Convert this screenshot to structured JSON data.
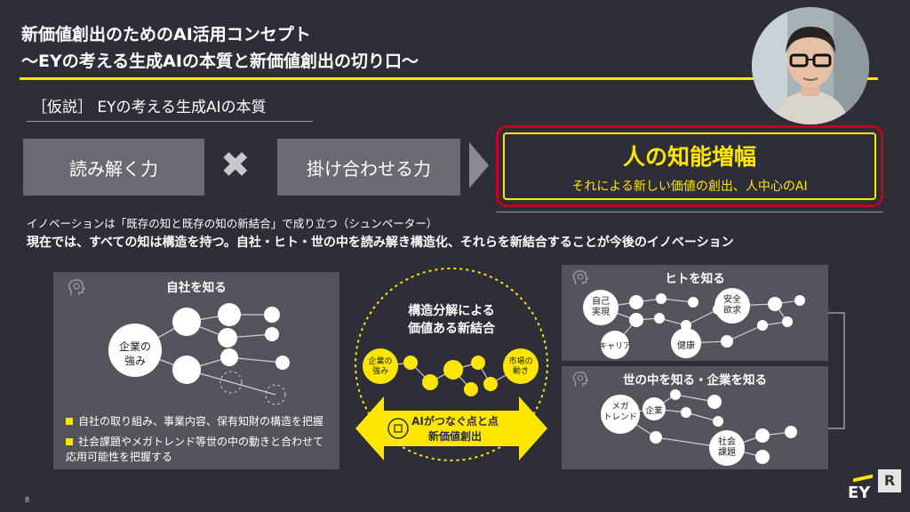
{
  "header": {
    "title_line1": "新価値創出のためのAI活用コンセプト",
    "title_line2": "～EYの考える生成AIの本質と新価値創出の切り口～"
  },
  "hypothesis": {
    "label": "［仮説］ EYの考える生成AIの本質",
    "box1": "読み解く力",
    "operator": "✖",
    "box2": "掛け合わせる力",
    "result_title": "人の知能増幅",
    "result_sub": "それによる新しい価値の創出、人中心のAI"
  },
  "notes": {
    "line1": "イノベーションは「既存の知と既存の知の新結合」で成り立つ（シュンペーター）",
    "line2": "現在では、すべての知は構造を持つ。自社・ヒト・世の中を読み解き構造化、それらを新結合することが今後のイノベーション"
  },
  "left_panel": {
    "title": "自社を知る",
    "node": "企業の\n強み",
    "bullets": [
      "自社の取り組み、事業内容、保有知財の構造を把握",
      "社会課題やメガトレンド等世の中の動きと合わせて応用可能性を把握する"
    ]
  },
  "center": {
    "circle_title": "構造分解による\n価値ある新結合",
    "left_node": "企業の\n強み",
    "right_node": "市場の\n動き",
    "arrow_text": "AIがつなぐ点と点\n新価値創出"
  },
  "right_top": {
    "title": "ヒトを知る",
    "nodes": [
      "自己\n実現",
      "安全\n欲求",
      "キャリア",
      "健康"
    ]
  },
  "right_bottom": {
    "title": "世の中を知る・企業を知る",
    "nodes": [
      "メガ\nトレンド",
      "企業",
      "社会\n課題"
    ]
  },
  "footer": {
    "page": "8",
    "logo": "EY"
  },
  "colors": {
    "accent": "#ffe600",
    "background": "#2e2e38",
    "panel": "#54545c",
    "highlight_border": "#c4001f"
  }
}
